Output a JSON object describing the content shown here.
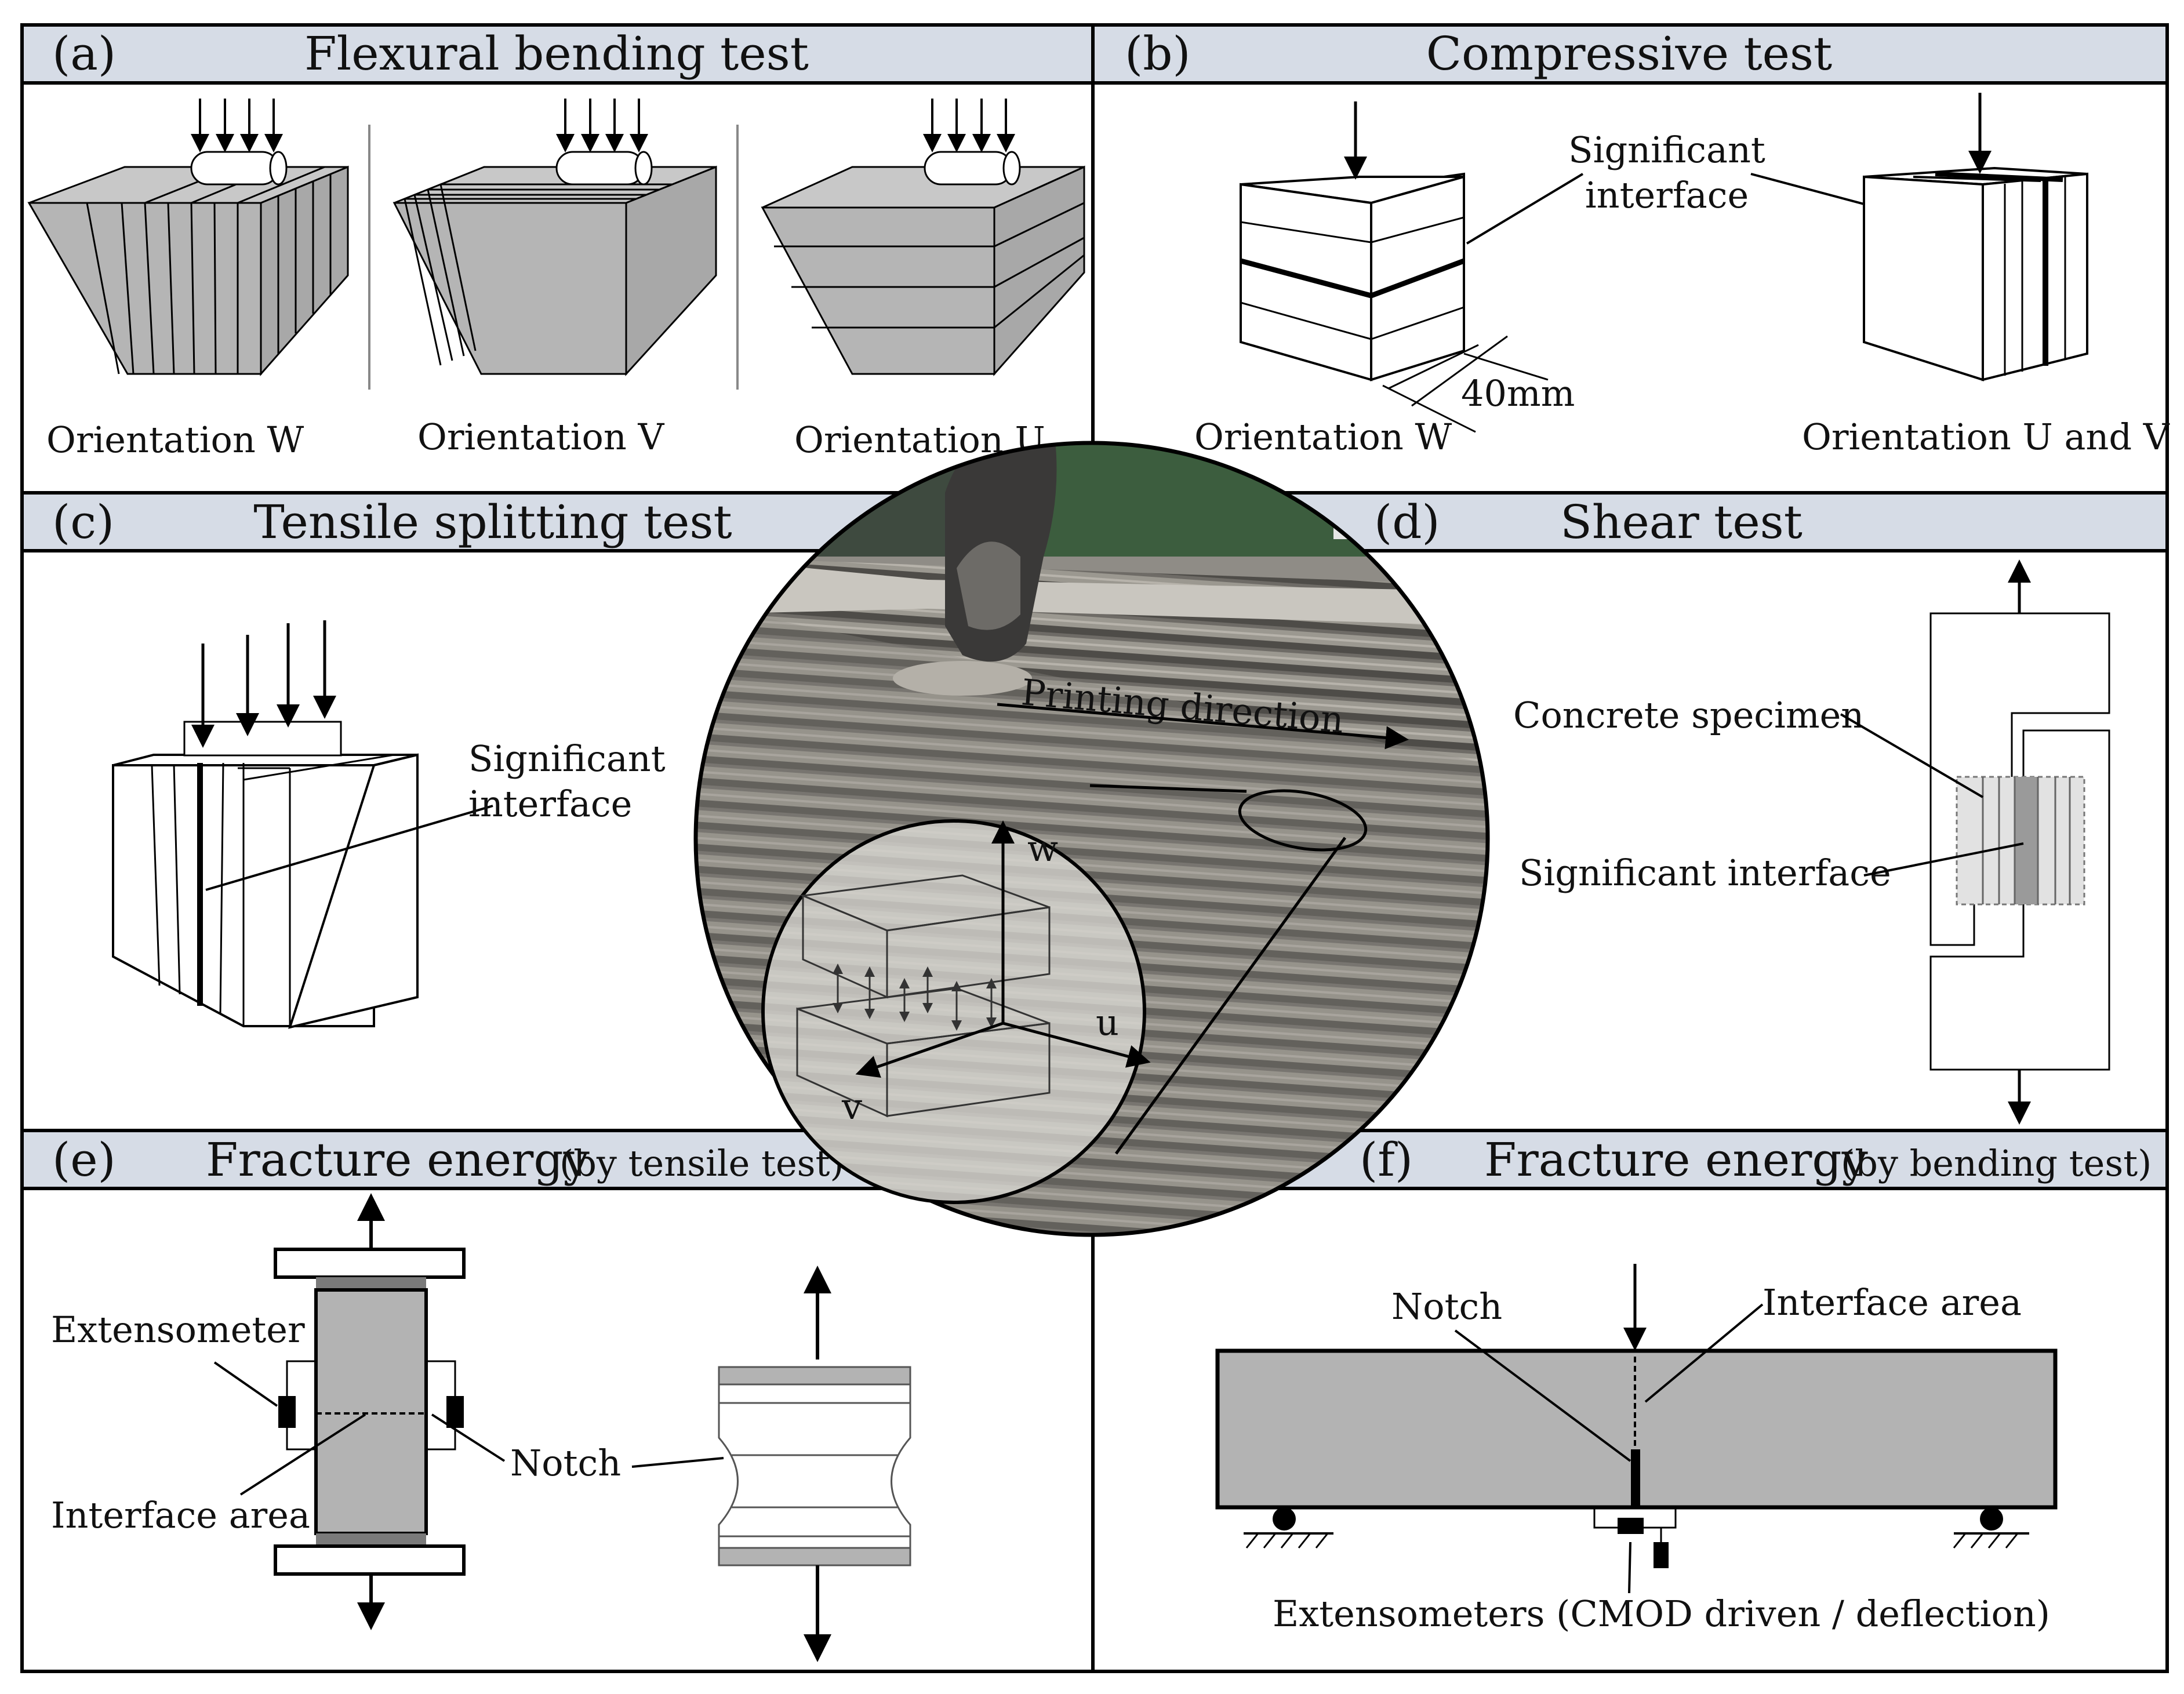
{
  "panels": {
    "a": {
      "letter": "(a)",
      "title": "Flexural bending test",
      "labels": [
        "Orientation W",
        "Orientation V",
        "Orientation U"
      ]
    },
    "b": {
      "letter": "(b)",
      "title": "Compressive test",
      "interface": [
        "Significant",
        "interface"
      ],
      "dim": "40mm",
      "labels": [
        "Orientation W",
        "Orientation U and V"
      ]
    },
    "c": {
      "letter": "(c)",
      "title": "Tensile splitting test",
      "interface": [
        "Significant",
        "interface"
      ]
    },
    "d": {
      "letter": "(d)",
      "title": "Shear test",
      "specimen": "Concrete specimen",
      "interface": "Significant interface"
    },
    "e": {
      "letter": "(e)",
      "title": "Fracture energy",
      "subtitle": "(by tensile test)",
      "extensometer": "Extensometer",
      "interface": "Interface area",
      "notch": "Notch"
    },
    "f": {
      "letter": "(f)",
      "title": "Fracture energy",
      "subtitle": "(by bending test)",
      "notch": "Notch",
      "interface": "Interface area",
      "extensometers": "Extensometers (CMOD driven / deflection)"
    }
  },
  "center": {
    "printing": "Printing direction",
    "axes": {
      "w": "w",
      "u": "u",
      "v": "v"
    }
  },
  "colors": {
    "header_bg": "#d6dce6",
    "gray": "#b3b3b3",
    "dark_gray": "#7a7a7a"
  }
}
